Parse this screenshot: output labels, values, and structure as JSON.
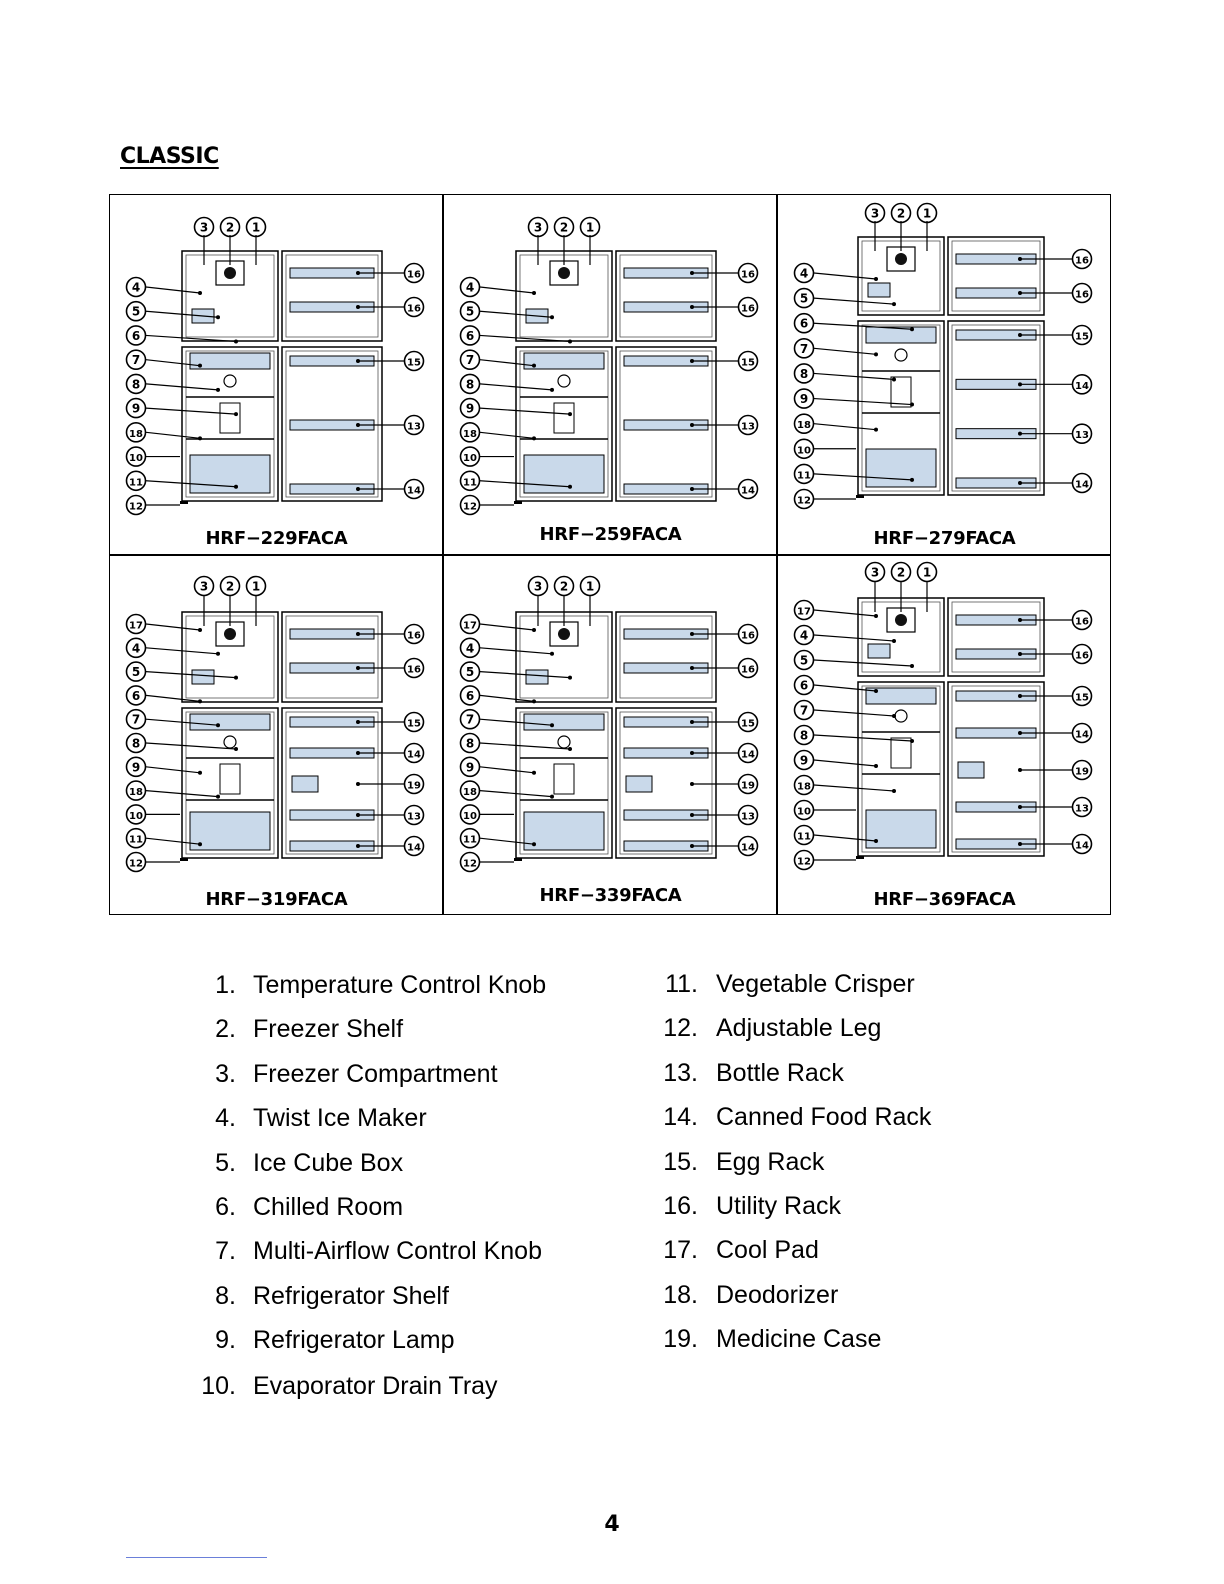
{
  "section_title": "CLASSIC",
  "models": [
    "HRF−229FACA",
    "HRF−259FACA",
    "HRF−279FACA",
    "HRF−319FACA",
    "HRF−339FACA",
    "HRF−369FACA"
  ],
  "legend_left": [
    {
      "num": "1.",
      "text": "Temperature Control Knob"
    },
    {
      "num": "2.",
      "text": "Freezer Shelf"
    },
    {
      "num": "3.",
      "text": "Freezer Compartment"
    },
    {
      "num": "4.",
      "text": "Twist Ice Maker"
    },
    {
      "num": "5.",
      "text": "Ice Cube Box"
    },
    {
      "num": "6.",
      "text": "Chilled Room"
    },
    {
      "num": "7.",
      "text": "Multi-Airflow Control Knob"
    },
    {
      "num": "8.",
      "text": "Refrigerator Shelf"
    },
    {
      "num": "9.",
      "text": "Refrigerator Lamp"
    },
    {
      "num": "10.",
      "text": "Evaporator Drain Tray"
    }
  ],
  "legend_right": [
    {
      "num": "11.",
      "text": "Vegetable Crisper"
    },
    {
      "num": "12.",
      "text": "Adjustable Leg"
    },
    {
      "num": "13.",
      "text": "Bottle Rack"
    },
    {
      "num": "14.",
      "text": "Canned Food Rack"
    },
    {
      "num": "15.",
      "text": "Egg Rack"
    },
    {
      "num": "16.",
      "text": "Utility Rack"
    },
    {
      "num": "17.",
      "text": "Cool Pad"
    },
    {
      "num": "18.",
      "text": "Deodorizer"
    },
    {
      "num": "19.",
      "text": "Medicine Case"
    }
  ],
  "callouts": {
    "229": {
      "left": [
        "4",
        "5",
        "6",
        "7",
        "8",
        "9",
        "18",
        "10",
        "11",
        "12"
      ],
      "right": [
        "16",
        "16",
        "15",
        "13",
        "14"
      ]
    },
    "259": {
      "left": [
        "4",
        "5",
        "6",
        "7",
        "8",
        "9",
        "18",
        "10",
        "11",
        "12"
      ],
      "right": [
        "16",
        "16",
        "15",
        "13",
        "14"
      ]
    },
    "279": {
      "left": [
        "4",
        "5",
        "6",
        "7",
        "8",
        "9",
        "18",
        "10",
        "11",
        "12"
      ],
      "right": [
        "16",
        "16",
        "15",
        "14",
        "13",
        "14"
      ]
    },
    "319": {
      "left": [
        "17",
        "4",
        "5",
        "6",
        "7",
        "8",
        "9",
        "18",
        "10",
        "11",
        "12"
      ],
      "right": [
        "16",
        "16",
        "15",
        "14",
        "19",
        "13",
        "14"
      ]
    },
    "339": {
      "left": [
        "17",
        "4",
        "5",
        "6",
        "7",
        "8",
        "9",
        "18",
        "10",
        "11",
        "12"
      ],
      "right": [
        "16",
        "16",
        "15",
        "14",
        "19",
        "13",
        "14"
      ]
    },
    "369": {
      "left": [
        "17",
        "4",
        "5",
        "6",
        "7",
        "8",
        "9",
        "18",
        "10",
        "11",
        "12"
      ],
      "right": [
        "16",
        "16",
        "15",
        "14",
        "19",
        "13",
        "14"
      ]
    },
    "top": [
      "3",
      "2",
      "1"
    ]
  },
  "page_number": "4",
  "colors": {
    "shelf_fill": "#c9d9ea",
    "line": "#000000",
    "footer_link": "#6a7fd9"
  }
}
